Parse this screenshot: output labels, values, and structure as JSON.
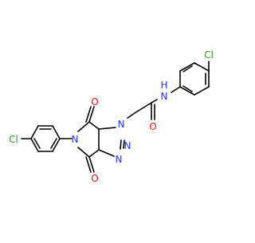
{
  "atoms": {
    "cl1": "Cl",
    "nh": "N",
    "h": "H",
    "o_amide": "O",
    "n1": "N",
    "n2": "N",
    "n3": "N",
    "o_top": "O",
    "n_imide": "N",
    "o_bottom": "O",
    "cl2": "Cl"
  },
  "colors": {
    "bond": "#000000",
    "chlorine": "#1fa01f",
    "nitrogen": "#2233ff",
    "oxygen": "#ff0d0d"
  }
}
